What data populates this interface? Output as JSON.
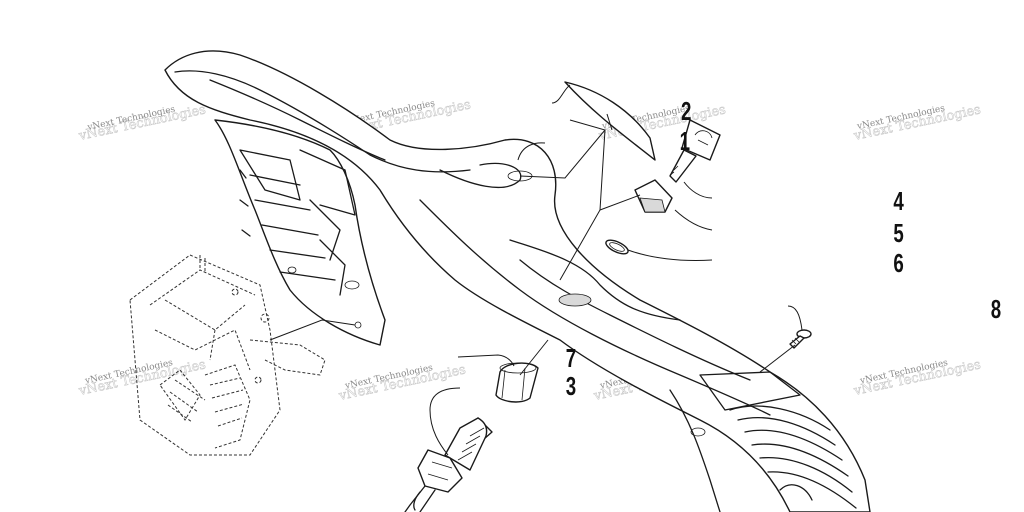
{
  "callouts": [
    {
      "label": "1"
    },
    {
      "label": "2"
    },
    {
      "label": "3"
    },
    {
      "label": "4"
    },
    {
      "label": "5"
    },
    {
      "label": "6"
    },
    {
      "label": "7"
    },
    {
      "label": "8"
    }
  ],
  "watermark": {
    "text": "vNext Technologies"
  },
  "colors": {
    "line": "#1a1a1a",
    "watermark": "#8a8a8a",
    "background": "#ffffff"
  }
}
